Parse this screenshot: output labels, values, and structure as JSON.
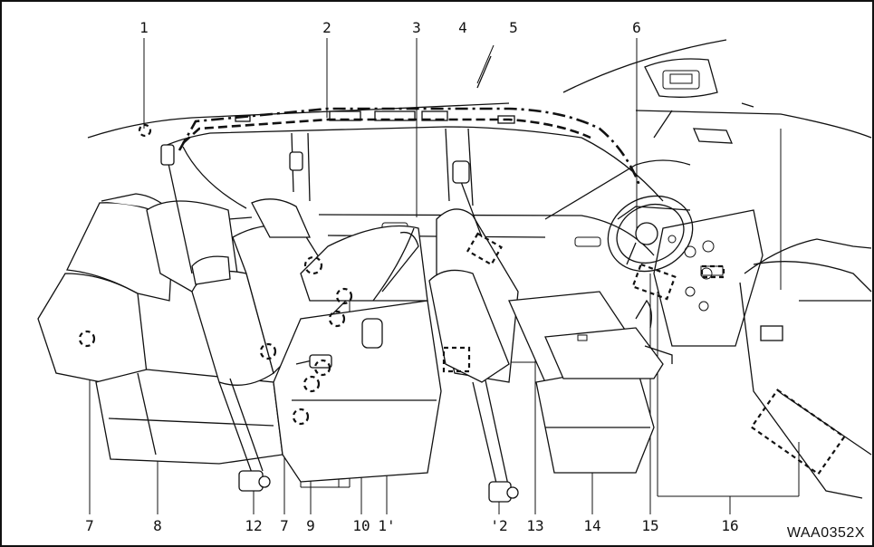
{
  "diagram": {
    "figure_code": "WAA0352X",
    "callouts": [
      {
        "id": "c1",
        "text": "1"
      },
      {
        "id": "c2",
        "text": "2"
      },
      {
        "id": "c3",
        "text": "3"
      },
      {
        "id": "c4",
        "text": "4"
      },
      {
        "id": "c5",
        "text": "5"
      },
      {
        "id": "c6",
        "text": "6"
      },
      {
        "id": "c7a",
        "text": "7"
      },
      {
        "id": "c8",
        "text": "8"
      },
      {
        "id": "c12",
        "text": "12"
      },
      {
        "id": "c7b",
        "text": "7"
      },
      {
        "id": "c9",
        "text": "9"
      },
      {
        "id": "c10",
        "text": "10"
      },
      {
        "id": "c11",
        "text": "1'"
      },
      {
        "id": "c12b",
        "text": "'2"
      },
      {
        "id": "c13",
        "text": "13"
      },
      {
        "id": "c14",
        "text": "14"
      },
      {
        "id": "c15",
        "text": "15"
      },
      {
        "id": "c16",
        "text": "16"
      }
    ]
  }
}
